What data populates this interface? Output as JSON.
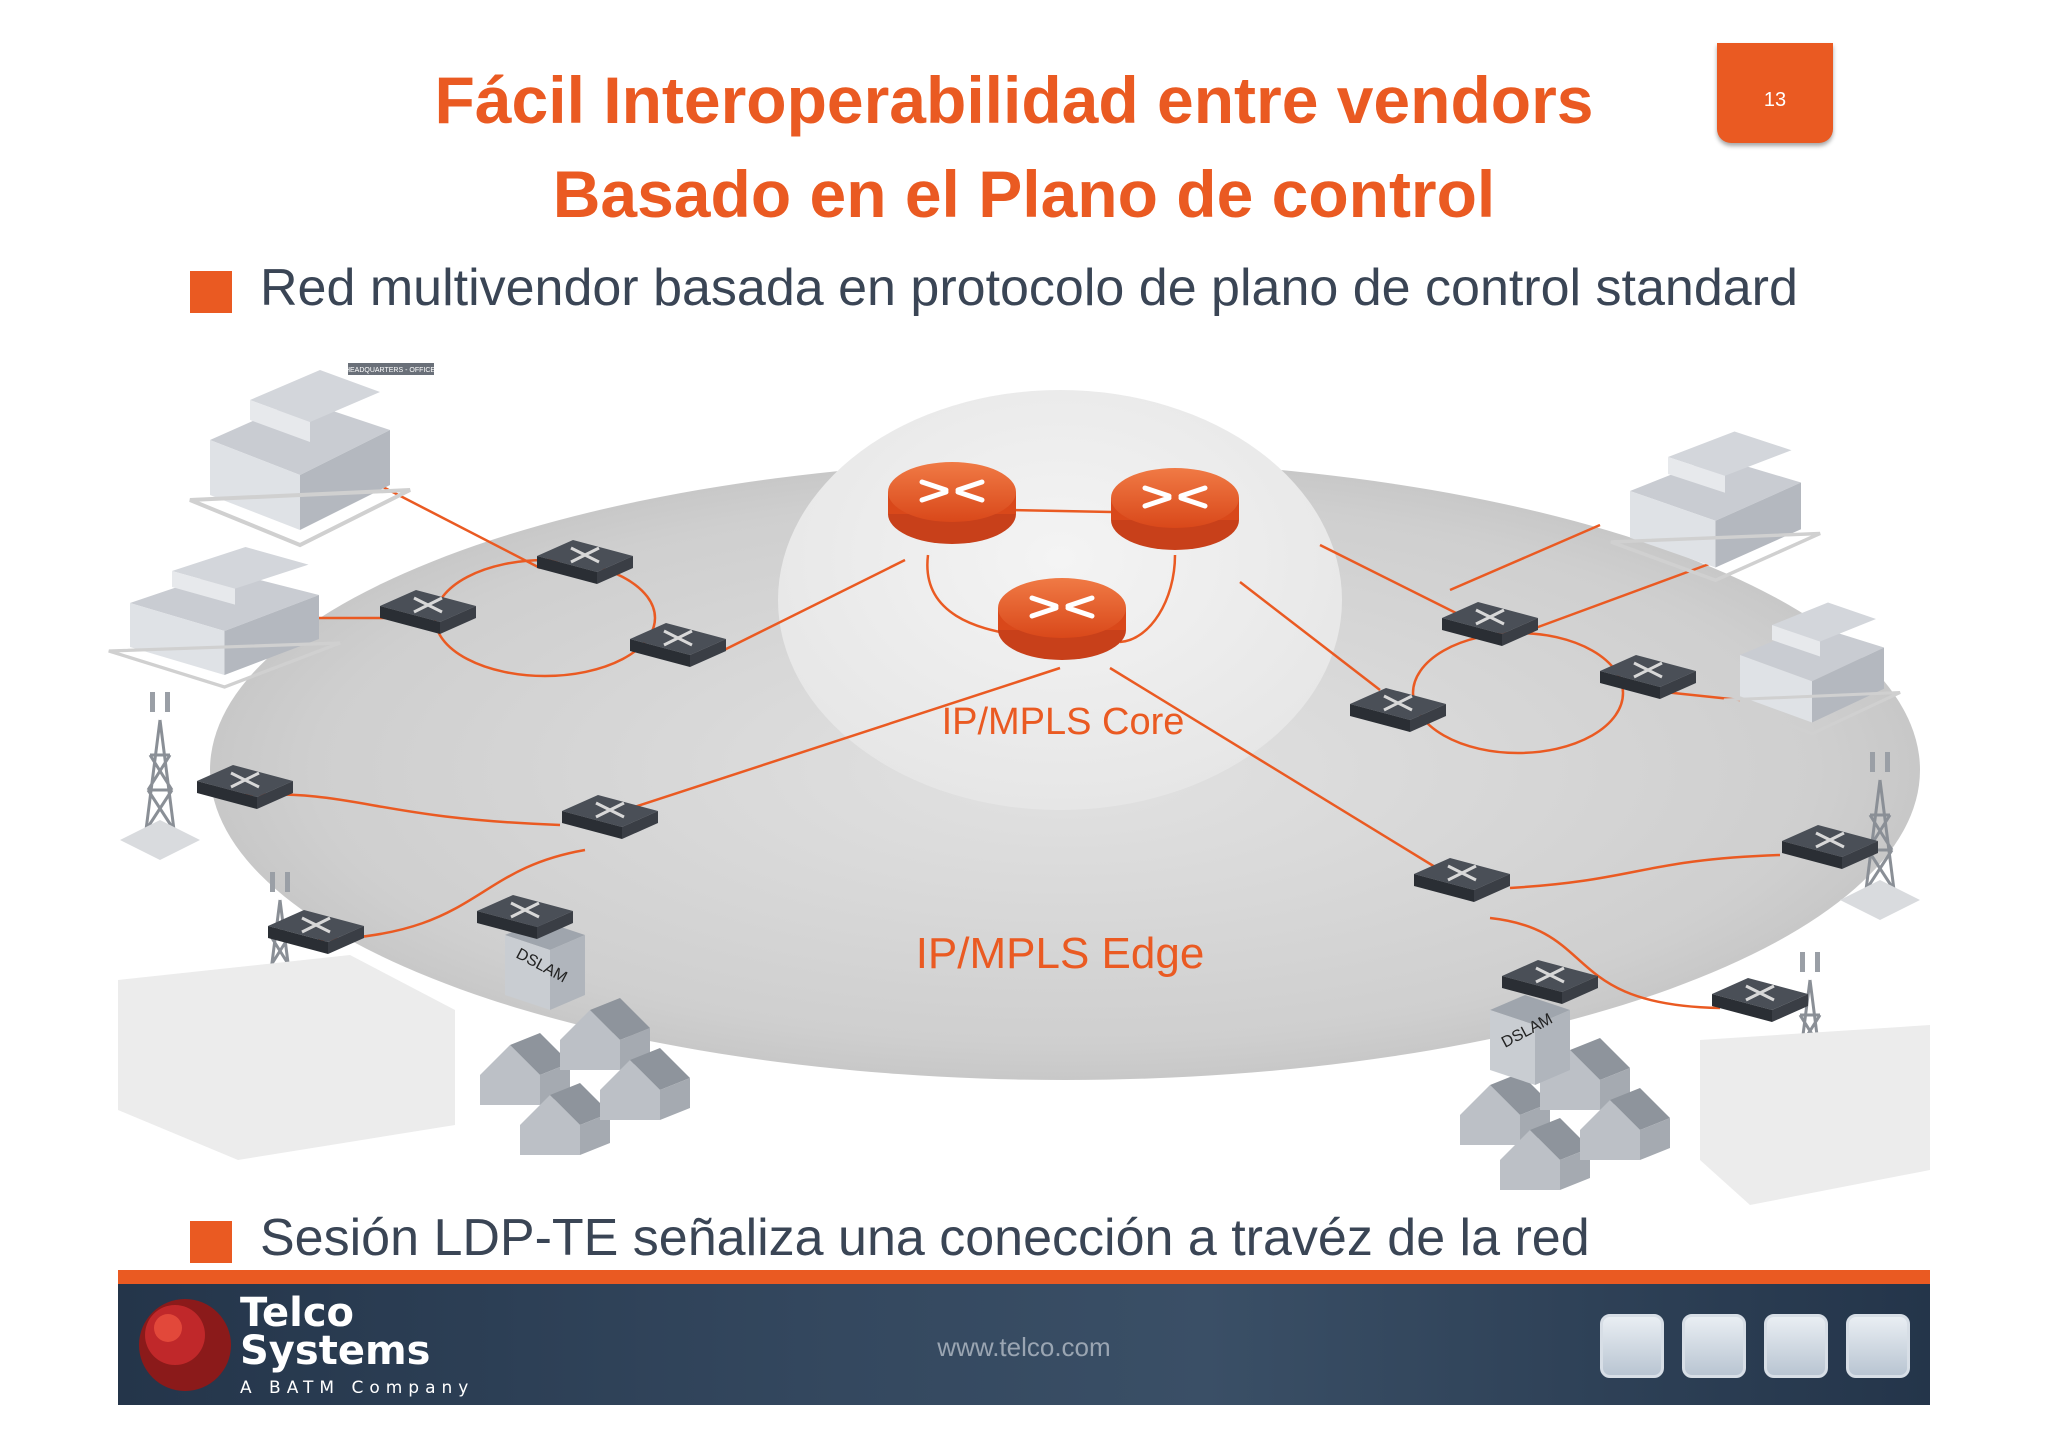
{
  "title": {
    "line1": "Fácil Interoperabilidad entre vendors",
    "line2": "Basado en el Plano de control"
  },
  "page_number": "13",
  "bullets": [
    "Red multivendor basada en protocolo de plano de control standard",
    "Sesión LDP-TE señaliza una conección a travéz de la red"
  ],
  "diagram": {
    "core_label": "IP/MPLS Core",
    "edge_label": "IP/MPLS Edge",
    "dslam_label": "DSLAM",
    "building_sign": "HEADQUARTERS - OFFICE"
  },
  "footer": {
    "url": "www.telco.com",
    "logo_line1": "Telco",
    "logo_line2": "Systems",
    "logo_tagline": "A BATM Company"
  },
  "colors": {
    "accent": "#ea5a22",
    "text": "#3a4555",
    "footer": "#2c3e54"
  }
}
